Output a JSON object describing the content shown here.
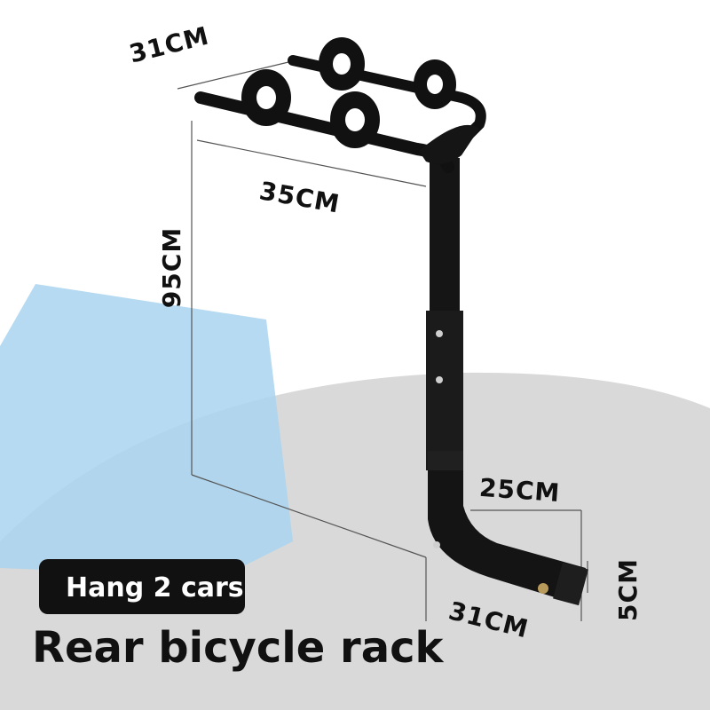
{
  "product": {
    "badge_label": "Hang 2 cars",
    "title": "Rear bicycle rack"
  },
  "dimensions": {
    "top_width": "31CM",
    "arm_length": "35CM",
    "height": "95CM",
    "hitch_rise": "25CM",
    "hitch_length": "31CM",
    "hitch_size": "5CM"
  },
  "colors": {
    "background": "#ffffff",
    "floor": "#d9d9d9",
    "accent_blue": "#a9d3ee",
    "rack_black": "#111111"
  }
}
